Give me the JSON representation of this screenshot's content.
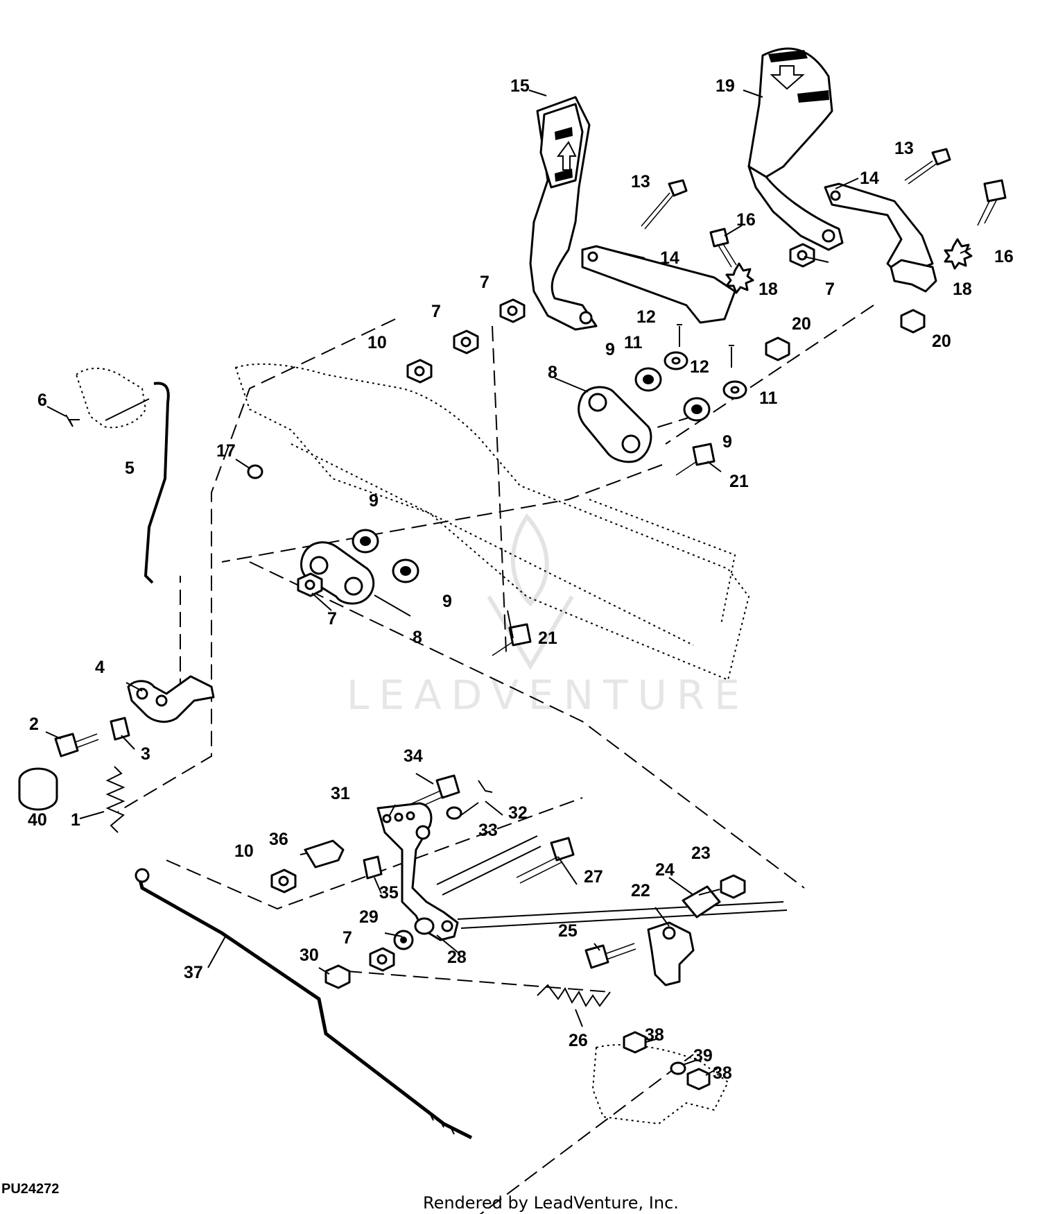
{
  "figure_id": "PU24272",
  "render_credit": "Rendered by LeadVenture, Inc.",
  "watermark": "LEADVENTURE",
  "callouts": {
    "c1": "1",
    "c2": "2",
    "c3": "3",
    "c4": "4",
    "c5": "5",
    "c6": "6",
    "c7a": "7",
    "c7b": "7",
    "c7c": "7",
    "c7d": "7",
    "c7e": "7",
    "c8a": "8",
    "c8b": "8",
    "c9a": "9",
    "c9b": "9",
    "c9c": "9",
    "c9d": "9",
    "c10a": "10",
    "c10b": "10",
    "c11a": "11",
    "c11b": "11",
    "c12a": "12",
    "c12b": "12",
    "c13a": "13",
    "c13b": "13",
    "c14a": "14",
    "c14b": "14",
    "c15": "15",
    "c16a": "16",
    "c16b": "16",
    "c17": "17",
    "c18a": "18",
    "c18b": "18",
    "c19": "19",
    "c20a": "20",
    "c20b": "20",
    "c21a": "21",
    "c21b": "21",
    "c22": "22",
    "c23": "23",
    "c24": "24",
    "c25": "25",
    "c26": "26",
    "c27": "27",
    "c28": "28",
    "c29": "29",
    "c30": "30",
    "c31": "31",
    "c32": "32",
    "c33": "33",
    "c34": "34",
    "c35": "35",
    "c36": "36",
    "c37": "37",
    "c38a": "38",
    "c38b": "38",
    "c39": "39",
    "c40": "40"
  }
}
